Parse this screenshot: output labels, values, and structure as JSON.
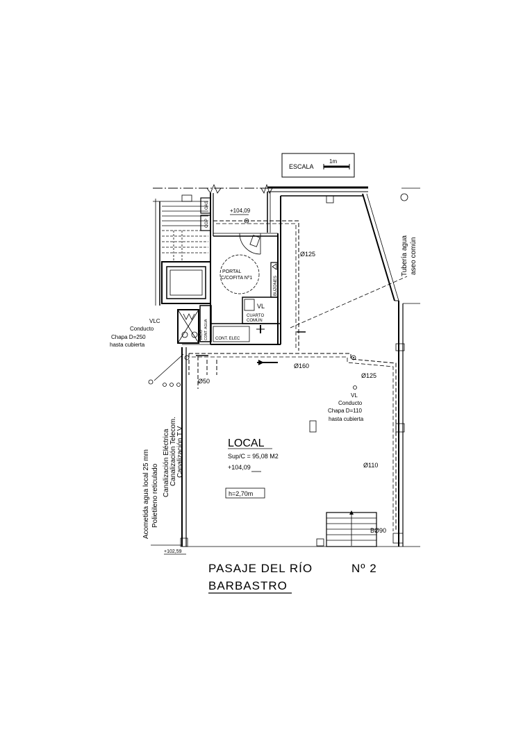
{
  "scale_box": {
    "label": "ESCALA",
    "unit": "1m"
  },
  "level_entrance": "+104,09",
  "level_local": "+104,09",
  "level_street": "+102,59",
  "rooms": {
    "portal": "PORTAL",
    "portal_sub": "C/COFITA Nº1",
    "cuarto_comun_1": "CUARTO",
    "cuarto_comun_2": "COMÚN",
    "vl": "VL",
    "cont_elec": "CONT. ELEC",
    "buzones": "BUZONES",
    "gas": "GAS",
    "cgp": "CGP",
    "cont_agua": "CONT. AGUA",
    "vacio": "VACÍO"
  },
  "pipes": {
    "d125_top": "Ø125",
    "d160": "Ø160",
    "d125_right": "Ø125",
    "d50": "Ø50",
    "d110": "Ø110",
    "b090": "BØ90"
  },
  "notes": {
    "vlc": [
      "VLC",
      "Conducto",
      "Chapa D=250",
      "hasta cubierta"
    ],
    "vl": [
      "VL",
      "Conducto",
      "Chapa D=110",
      "hasta cubierta"
    ],
    "water_pipe": [
      "Tubería agua",
      "aseo común"
    ],
    "acometida": [
      "Acometida agua local 25 mm",
      "Polietileno reticulado"
    ],
    "canalizaciones": [
      "Canalización Eléctrica",
      "Canalización Telecom.",
      "Canalización T.V."
    ]
  },
  "local": {
    "name": "LOCAL",
    "surface": "Sup/C = 95,08 M2",
    "height": "h=2,70m"
  },
  "title": {
    "line1_street": "PASAJE  DEL  RÍO",
    "line1_number": "Nº  2",
    "line2": "BARBASTRO"
  }
}
